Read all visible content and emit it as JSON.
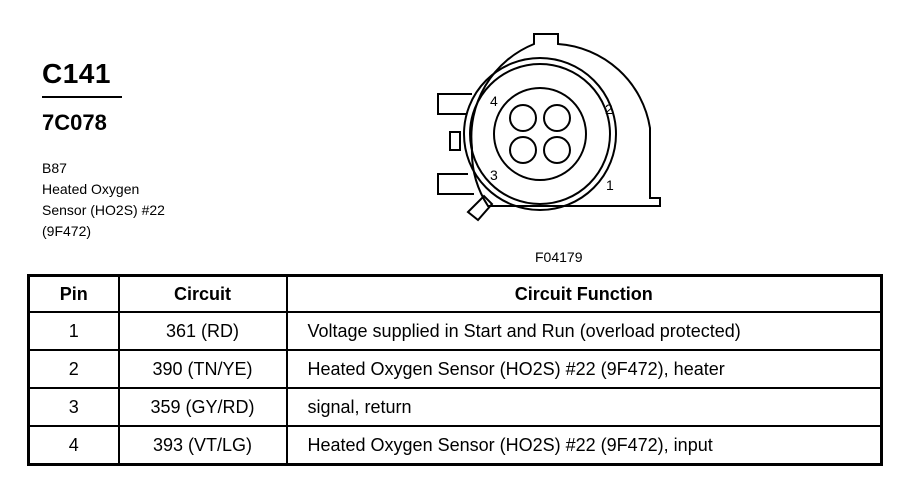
{
  "header": {
    "connector_id": "C141",
    "part_number": "7C078",
    "description_lines": [
      "B87",
      "Heated Oxygen",
      "Sensor (HO2S) #22",
      "(9F472)"
    ]
  },
  "diagram": {
    "pin_labels": [
      "1",
      "2",
      "3",
      "4"
    ],
    "figure_id": "F04179"
  },
  "table": {
    "headers": [
      "Pin",
      "Circuit",
      "Circuit Function"
    ],
    "rows": [
      {
        "pin": "1",
        "circuit": "361 (RD)",
        "function": "Voltage supplied in Start and Run (overload protected)"
      },
      {
        "pin": "2",
        "circuit": "390 (TN/YE)",
        "function": "Heated Oxygen Sensor (HO2S) #22 (9F472), heater"
      },
      {
        "pin": "3",
        "circuit": "359 (GY/RD)",
        "function": "signal, return"
      },
      {
        "pin": "4",
        "circuit": "393 (VT/LG)",
        "function": "Heated Oxygen Sensor (HO2S) #22 (9F472), input"
      }
    ]
  }
}
